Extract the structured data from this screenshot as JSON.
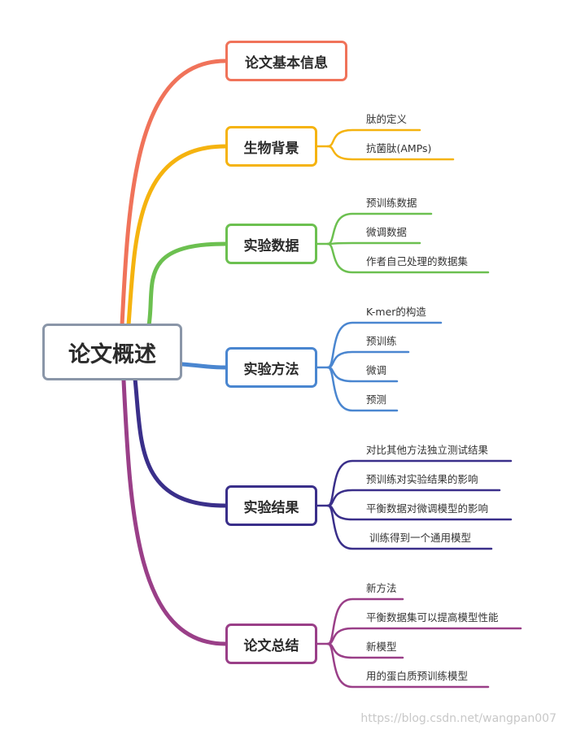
{
  "root": {
    "label": "论文概述"
  },
  "branches": [
    {
      "label": "论文基本信息",
      "color": "#f0735a",
      "leaves": []
    },
    {
      "label": "生物背景",
      "color": "#f5b30f",
      "leaves": [
        "肽的定义",
        "抗菌肽(AMPs)"
      ]
    },
    {
      "label": "实验数据",
      "color": "#6cc050",
      "leaves": [
        "预训练数据",
        "微调数据",
        "作者自己处理的数据集"
      ]
    },
    {
      "label": "实验方法",
      "color": "#4a86d0",
      "leaves": [
        "K-mer的构造",
        "预训练",
        "微调",
        "预测"
      ]
    },
    {
      "label": "实验结果",
      "color": "#3a2f8a",
      "leaves": [
        "对比其他方法独立测试结果",
        "预训练对实验结果的影响",
        "平衡数据对微调模型的影响",
        "训练得到一个通用模型"
      ]
    },
    {
      "label": "论文总结",
      "color": "#9a3f88",
      "leaves": [
        "新方法",
        "平衡数据集可以提高模型性能",
        "新模型",
        "用的蛋白质预训练模型"
      ]
    }
  ],
  "watermark": "https://blog.csdn.net/wangpan007"
}
